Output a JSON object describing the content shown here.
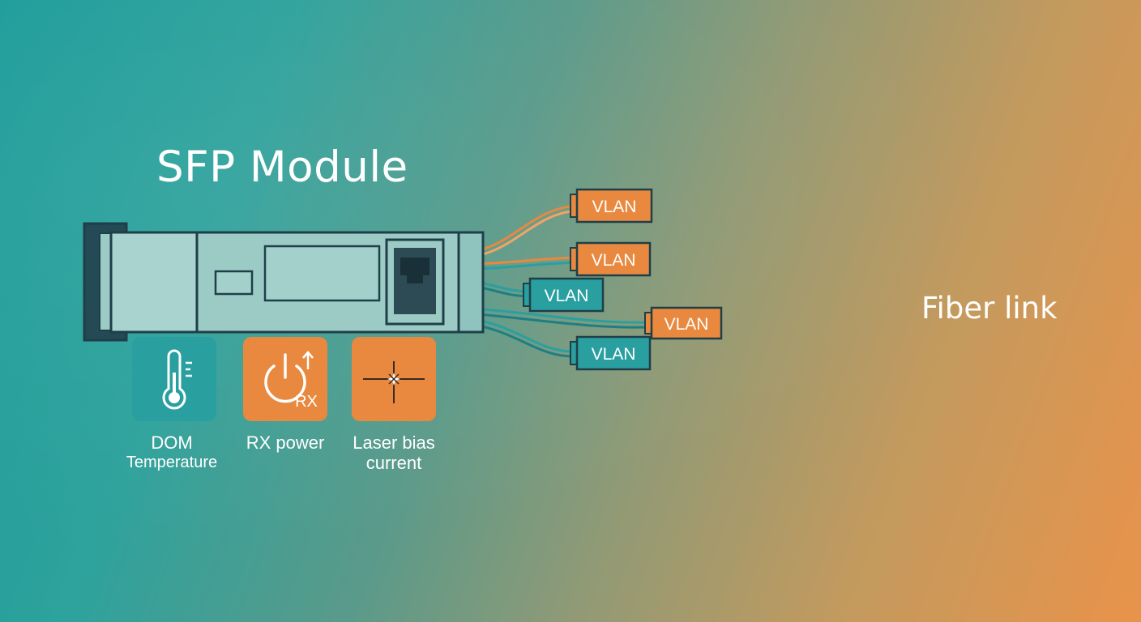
{
  "title": "SFP Module",
  "fiber_label": "Fiber link",
  "vlans": [
    "VLAN",
    "VLAN",
    "VLAN",
    "VLAN",
    "VLAN"
  ],
  "indicators": {
    "temperature": {
      "line1": "DOM",
      "line2": "Temperature",
      "icon": "thermometer-icon"
    },
    "rx_power": {
      "line1": "RX power",
      "icon_text": "RX",
      "icon": "rx-power-icon"
    },
    "laser_bias": {
      "line1": "Laser bias",
      "line2": "current",
      "icon": "laser-spark-icon"
    }
  },
  "colors": {
    "module_body": "#9ccbc6",
    "module_outline": "#1f3f48",
    "orange": "#e8893f",
    "teal": "#2a9fa0"
  }
}
